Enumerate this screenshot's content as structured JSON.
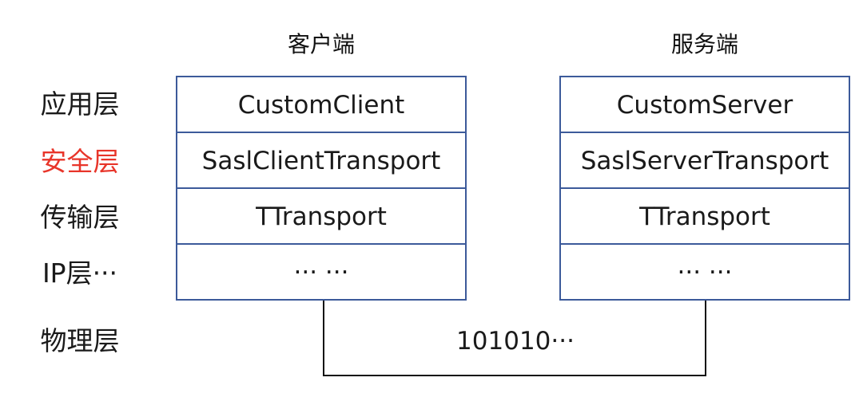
{
  "columns": {
    "client_title": "客户端",
    "server_title": "服务端"
  },
  "layers": {
    "application": "应用层",
    "security": "安全层",
    "transport": "传输层",
    "ip": "IP层···",
    "physical": "物理层"
  },
  "client_stack": {
    "application": "CustomClient",
    "security": "SaslClientTransport",
    "transport": "TTransport",
    "ip": "··· ···"
  },
  "server_stack": {
    "application": "CustomServer",
    "security": "SaslServerTransport",
    "transport": "TTransport",
    "ip": "··· ···"
  },
  "physical_link": {
    "label": "101010···"
  },
  "colors": {
    "box_border": "#3c5a9a",
    "highlight_label": "#e8352a",
    "text": "#1a1a1a"
  }
}
